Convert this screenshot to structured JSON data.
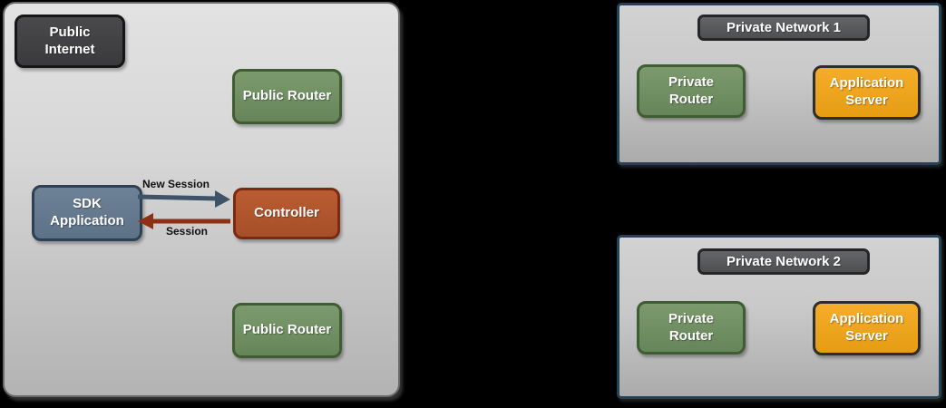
{
  "diagram": {
    "public_zone": {
      "title": "Public Internet",
      "nodes": {
        "public_router_top": "Public Router",
        "sdk_application": "SDK Application",
        "controller": "Controller",
        "public_router_bottom": "Public Router"
      },
      "arrows": {
        "new_session_label": "New Session",
        "session_label": "Session"
      }
    },
    "private_networks": [
      {
        "title": "Private Network 1",
        "router": "Private Router",
        "server": "Application Server"
      },
      {
        "title": "Private Network 2",
        "router": "Private Router",
        "server": "Application Server"
      }
    ],
    "colors": {
      "background": "#000000",
      "zone_fill_top": "#e2e2e2",
      "zone_fill_bottom": "#b3b3b3",
      "zone_border": "#6a6a6a",
      "network_border": "#224257",
      "network_label_fill": "#57585a",
      "node_green": "#6f8c61",
      "node_green_border": "#3f5c33",
      "node_blue": "#65798d",
      "node_blue_border": "#2e4154",
      "node_red": "#b2572f",
      "node_red_border": "#7b2a10",
      "node_orange": "#f0a41d",
      "node_orange_border": "#2d2d2d",
      "node_dark": "#3e3e40",
      "node_dark_border": "#161616",
      "arrow_blue": "#3e5268",
      "arrow_red": "#8d3014"
    }
  }
}
